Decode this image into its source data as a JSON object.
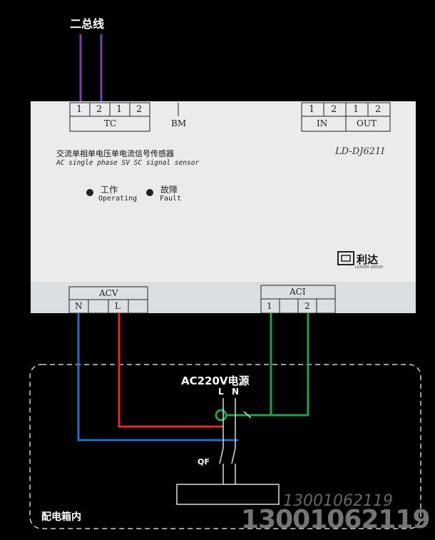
{
  "bus_label": "二总线",
  "module": {
    "title_cn": "交流单相单电压单电流信号传感器",
    "title_en": "AC single phase SV SC signal sensor",
    "model": "LD-DJ621I",
    "tc_terminals": [
      "1",
      "2",
      "1",
      "2"
    ],
    "tc_label": "TC",
    "bm_label": "BM",
    "in_terminals": [
      "1",
      "2"
    ],
    "in_label": "IN",
    "out_terminals": [
      "1",
      "2"
    ],
    "out_label": "OUT",
    "operating_cn": "工作",
    "operating_en": "Operating",
    "fault_cn": "故障",
    "fault_en": "Fault",
    "brand_cn": "利达",
    "brand_sub": "LEADER GROUP",
    "acv_label": "ACV",
    "acv_terminals": [
      "N",
      "L"
    ],
    "aci_label": "ACI",
    "aci_terminals": [
      "1",
      "2"
    ]
  },
  "box": {
    "power_label": "AC220V电源",
    "l_label": "L",
    "n_label": "N",
    "qf_label": "QF",
    "box_label": "配电箱内"
  },
  "watermark": {
    "small": "13001062119",
    "large": "13001062119"
  },
  "colors": {
    "bus_wire": "#7b3fa8",
    "neutral_wire": "#1e6fc7",
    "live_wire": "#e8262c",
    "ct_wire": "#1fa34a",
    "module_body": "#e9ebed"
  }
}
